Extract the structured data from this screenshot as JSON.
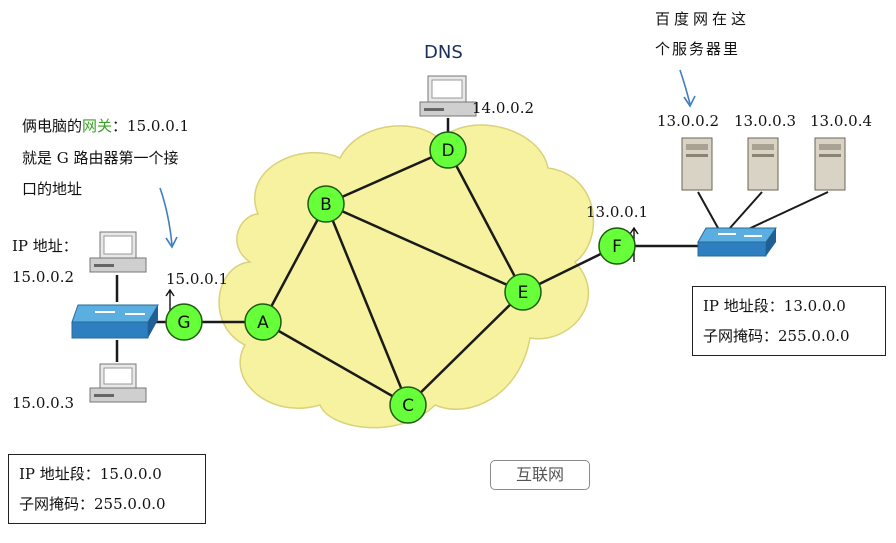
{
  "dns_label": "DNS",
  "dns_ip": "14.0.0.2",
  "baidu_note": [
    "百度网在这",
    "个服务器里"
  ],
  "servers": [
    "13.0.0.2",
    "13.0.0.3",
    "13.0.0.4"
  ],
  "f_port_ip": "13.0.0.1",
  "g_port_ip": "15.0.0.1",
  "gateway_note": {
    "line1_prefix": "俩电脑的",
    "line1_highlight": "网关",
    "line1_suffix": "：15.0.0.1",
    "line2": "就是 G 路由器第一个接",
    "line3": "口的地址"
  },
  "pc_ip_label": "IP 地址：",
  "pc1_ip": "15.0.0.2",
  "pc2_ip": "15.0.0.3",
  "left_box": {
    "line1": "IP 地址段：15.0.0.0",
    "line2": "子网掩码：255.0.0.0"
  },
  "right_box": {
    "line1": "IP 地址段：13.0.0.0",
    "line2": "子网掩码：255.0.0.0"
  },
  "cloud_label": "互联网",
  "routers": [
    "A",
    "B",
    "C",
    "D",
    "E",
    "F",
    "G"
  ],
  "colors": {
    "cloud_fill": "#f7f2a0",
    "cloud_stroke": "#d9d27a",
    "router_fill": "#66ff3a",
    "router_stroke": "#1d5a10",
    "highlight_text": "#3aa02a",
    "arrow": "#3f7fc1"
  }
}
